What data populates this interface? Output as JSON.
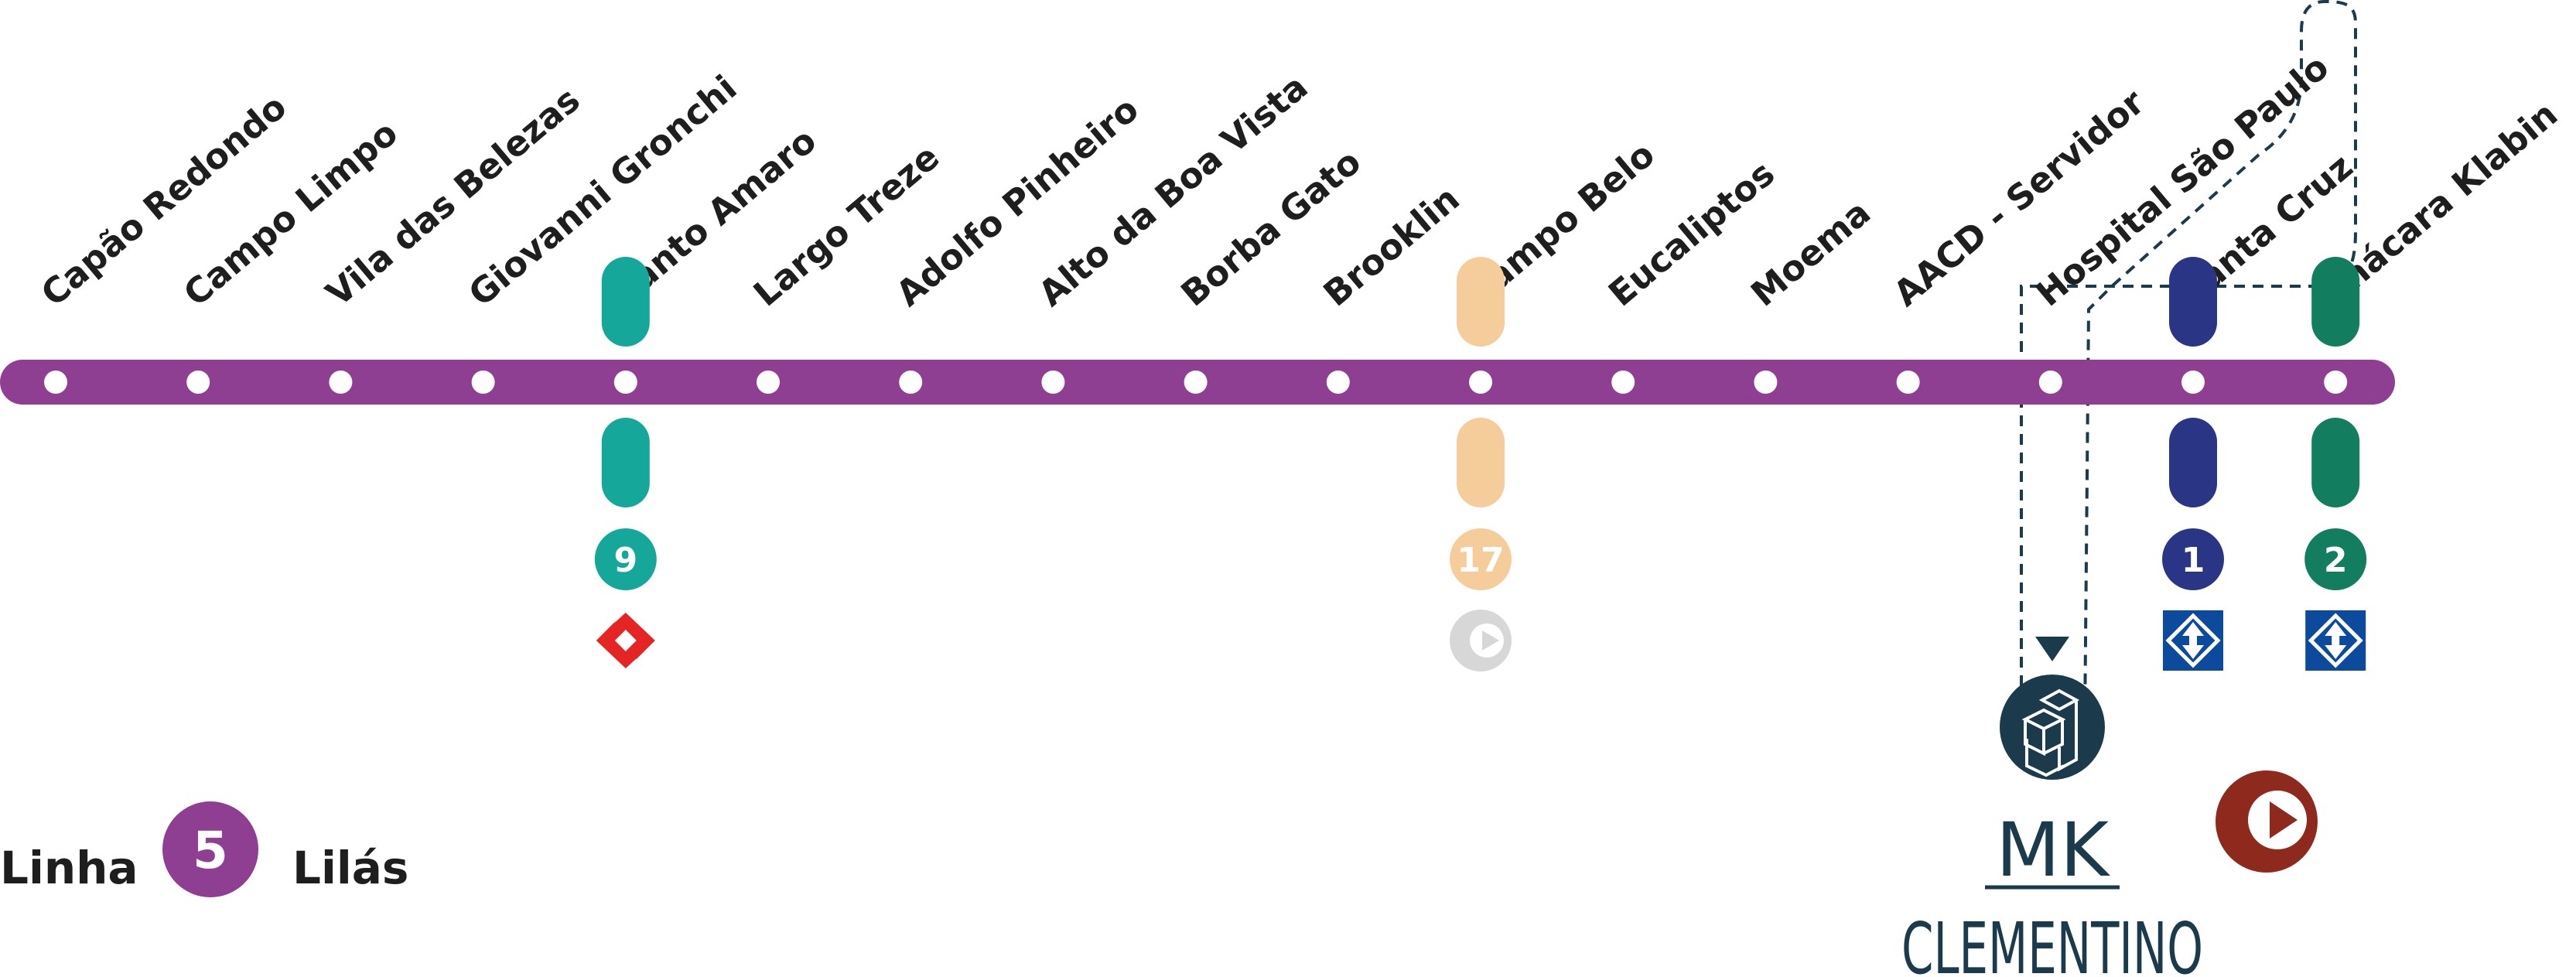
{
  "line": {
    "color": "#8f3f91",
    "stations": [
      {
        "name": "Capão Redondo"
      },
      {
        "name": "Campo Limpo"
      },
      {
        "name": "Vila das Belezas"
      },
      {
        "name": "Giovanni Gronchi"
      },
      {
        "name": "Santo Amaro"
      },
      {
        "name": "Largo Treze"
      },
      {
        "name": "Adolfo Pinheiro"
      },
      {
        "name": "Alto da Boa Vista"
      },
      {
        "name": "Borba Gato"
      },
      {
        "name": "Brooklin"
      },
      {
        "name": "Campo Belo"
      },
      {
        "name": "Eucaliptos"
      },
      {
        "name": "Moema"
      },
      {
        "name": "AACD - Servidor"
      },
      {
        "name": "Hospital São Paulo"
      },
      {
        "name": "Santa Cruz"
      },
      {
        "name": "Chácara Klabin"
      }
    ]
  },
  "connections": [
    {
      "station_index": 4,
      "line_number": "9",
      "color": "#15a89a",
      "operator_icon": "cptm-logo-icon",
      "operator_color": "#e42524"
    },
    {
      "station_index": 10,
      "line_number": "17",
      "color": "#f4cd9b",
      "operator_icon": "monotrilho-logo-icon",
      "operator_color": "#d7d7d7"
    },
    {
      "station_index": 15,
      "line_number": "1",
      "color": "#2b3586",
      "operator_icon": "metro-logo-icon",
      "operator_color": "#0b4a9c"
    },
    {
      "station_index": 16,
      "line_number": "2",
      "color": "#127e5f",
      "operator_icon": "metro-logo-icon",
      "operator_color": "#0b4a9c"
    }
  ],
  "development": {
    "brand_top": "MK",
    "brand_bottom": "CLEMENTINO",
    "color": "#1b3a4b",
    "icon": "building-cubes-icon",
    "near_station_index": 14
  },
  "extra_icon": {
    "name": "play-button-icon",
    "color": "#8e2a1d"
  },
  "legend": {
    "prefix": "Linha",
    "number": "5",
    "name": "Lilás",
    "color": "#8f3f91"
  }
}
